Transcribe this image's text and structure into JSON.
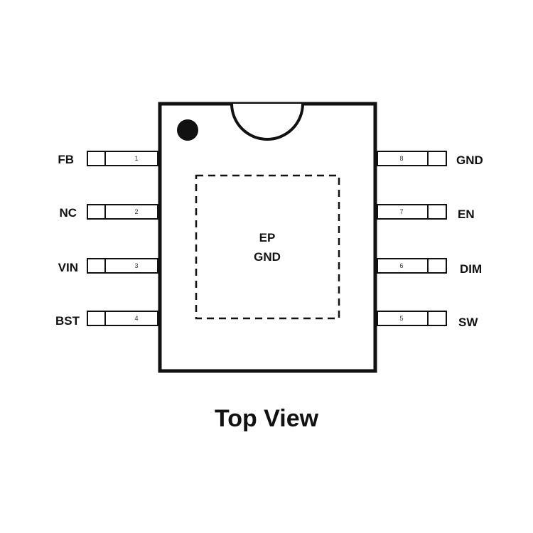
{
  "package": {
    "exposed_pad_label": "EP",
    "exposed_pad_net": "GND"
  },
  "pins": {
    "left": [
      {
        "number": "1",
        "name": "FB"
      },
      {
        "number": "2",
        "name": "NC"
      },
      {
        "number": "3",
        "name": "VIN"
      },
      {
        "number": "4",
        "name": "BST"
      }
    ],
    "right": [
      {
        "number": "8",
        "name": "GND"
      },
      {
        "number": "7",
        "name": "EN"
      },
      {
        "number": "6",
        "name": "DIM"
      },
      {
        "number": "5",
        "name": "SW"
      }
    ]
  },
  "caption": "Top View",
  "colors": {
    "stroke": "#111111",
    "pin_fill": "#ffffff"
  }
}
